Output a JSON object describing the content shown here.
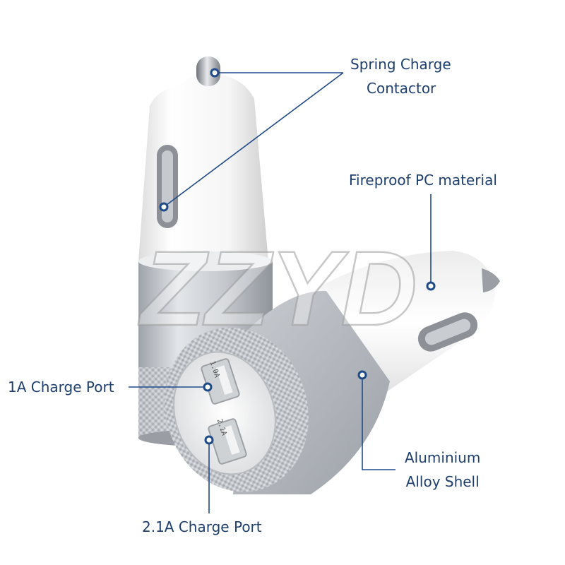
{
  "watermark": "ZZYD",
  "callouts": {
    "spring_contactor": [
      "Spring Charge",
      "Contactor"
    ],
    "fireproof": "Fireproof PC material",
    "port_1a": "1A Charge Port",
    "aluminium_shell": [
      "Aluminium",
      "Alloy Shell"
    ],
    "port_21a": "2.1A Charge Port"
  },
  "port_labels": {
    "upper": "1.0A",
    "lower": "2.1A"
  },
  "colors": {
    "label_text": "#1e3f6e",
    "leader_line": "#1f4a8a",
    "shell_silver": "#b8bcc2",
    "body_white": "#f7f7f7"
  }
}
